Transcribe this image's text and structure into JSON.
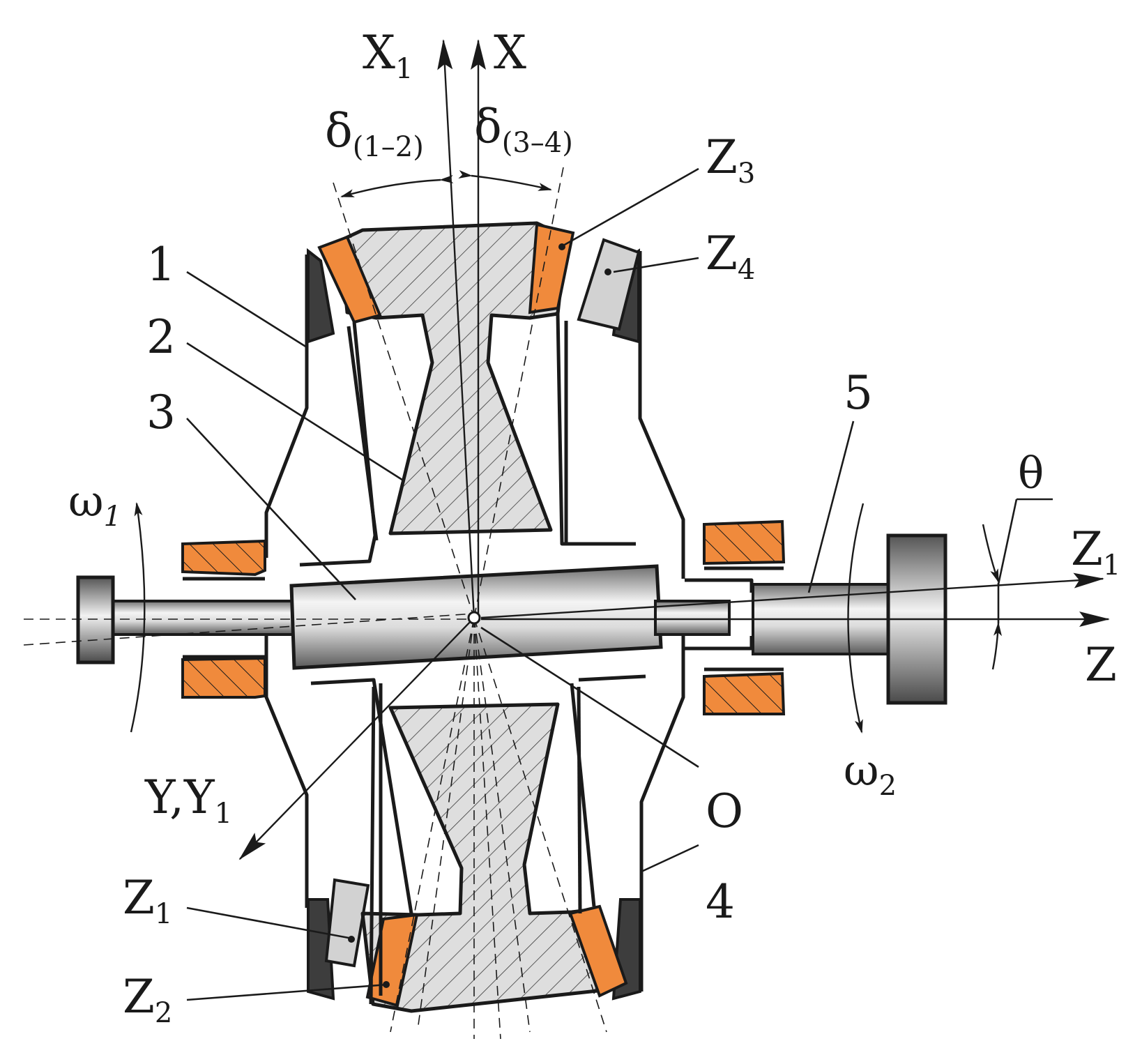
{
  "colors": {
    "background": "#ffffff",
    "outline": "#1a1a1a",
    "bearing": "#f08a3c",
    "hub_hatch": "#dedede",
    "dark_cone": "#3d3d3d",
    "light_ring": "#d2d2d2"
  },
  "labels": {
    "x1_axis": {
      "main": "X",
      "sub": "1"
    },
    "x_axis": {
      "main": "X",
      "sub": ""
    },
    "delta_12": {
      "main": "δ",
      "sub": "(1–2)"
    },
    "delta_34": {
      "main": "δ",
      "sub": "(3–4)"
    },
    "z3": {
      "main": "Z",
      "sub": "3"
    },
    "z4": {
      "main": "Z",
      "sub": "4"
    },
    "part1": "1",
    "part2": "2",
    "part3": "3",
    "part4": "4",
    "part5": "5",
    "theta": "θ",
    "omega1": {
      "main": "ω",
      "sub": "1"
    },
    "omega2": {
      "main": "ω",
      "sub": "2"
    },
    "z1_axis": {
      "main": "Z",
      "sub": "1"
    },
    "z_axis": {
      "main": "Z",
      "sub": ""
    },
    "yy1": {
      "main": "Y,Y",
      "sub": "1"
    },
    "origin": "O",
    "z1_gear": {
      "main": "Z",
      "sub": "1"
    },
    "z2_gear": {
      "main": "Z",
      "sub": "2"
    }
  }
}
